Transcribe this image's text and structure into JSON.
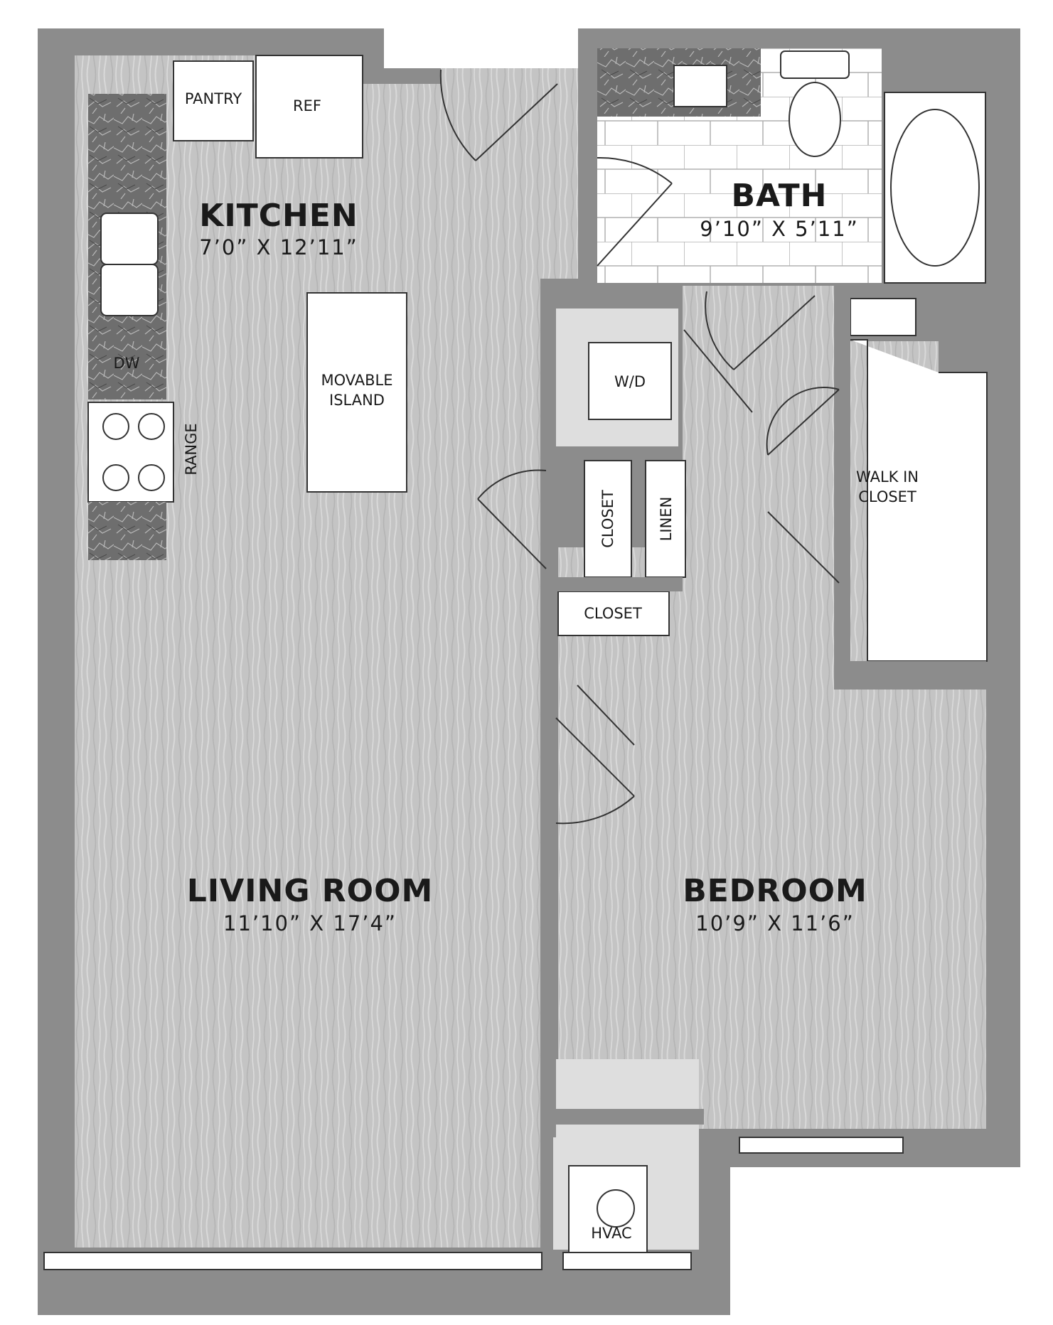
{
  "rooms": {
    "kitchen": {
      "name": "KITCHEN",
      "dims": "7’0” X 12’11”"
    },
    "bath": {
      "name": "BATH",
      "dims": "9’10” X 5’11”"
    },
    "living": {
      "name": "LIVING ROOM",
      "dims": "11’10” X 17’4”"
    },
    "bedroom": {
      "name": "BEDROOM",
      "dims": "10’9” X 11’6”"
    }
  },
  "fixtures": {
    "pantry": "PANTRY",
    "ref": "REF",
    "dw": "DW",
    "range": "RANGE",
    "island_line1": "MOVABLE",
    "island_line2": "ISLAND",
    "wd": "W/D",
    "closet_vertical": "CLOSET",
    "linen": "LINEN",
    "closet_horizontal": "CLOSET",
    "walkin_line1": "WALK IN",
    "walkin_line2": "CLOSET",
    "hvac": "HVAC"
  },
  "colors": {
    "wall": "#8c8c8c",
    "floor": "#c4c4c4",
    "tile": "#ffffff",
    "stone": "#6e6e6e"
  }
}
